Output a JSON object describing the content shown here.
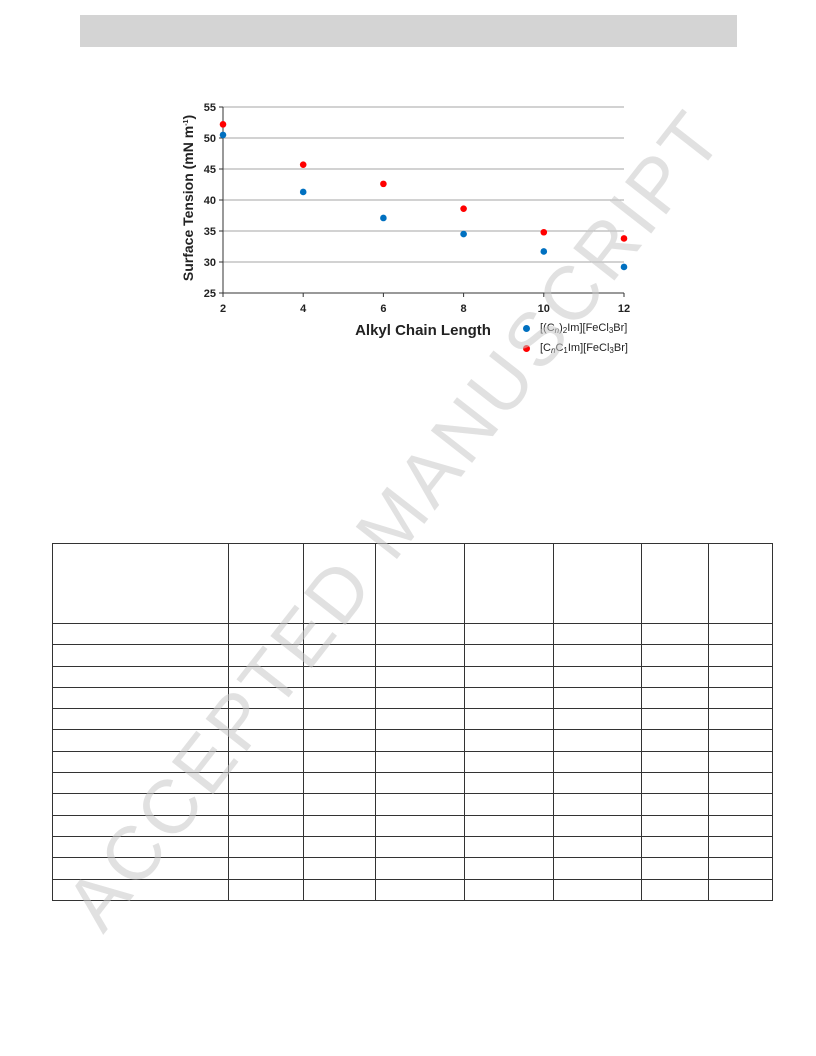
{
  "chart_data": {
    "type": "scatter",
    "title": "",
    "xlabel": "Alkyl Chain Length",
    "ylabel": "Surface Tension (mN m-1)",
    "xlim": [
      2,
      12
    ],
    "ylim": [
      25,
      55
    ],
    "x_ticks": [
      2,
      4,
      6,
      8,
      10,
      12
    ],
    "y_ticks": [
      25,
      30,
      35,
      40,
      45,
      50,
      55
    ],
    "grid": "horizontal",
    "legend_position": "bottom-right",
    "series": [
      {
        "name": "[(Cn)2Im][FeCl3Br]",
        "color": "#0070c0",
        "points": [
          [
            2,
            50.5
          ],
          [
            4,
            41.3
          ],
          [
            6,
            37.1
          ],
          [
            8,
            34.5
          ],
          [
            10,
            31.7
          ],
          [
            12,
            29.2
          ]
        ]
      },
      {
        "name": "[CnC1Im][FeCl3Br]",
        "color": "#ff0000",
        "points": [
          [
            2,
            52.2
          ],
          [
            4,
            45.7
          ],
          [
            6,
            42.6
          ],
          [
            8,
            38.6
          ],
          [
            10,
            34.8
          ],
          [
            12,
            33.8
          ]
        ]
      }
    ]
  },
  "watermark": "ACCEPTED MANUSCRIPT",
  "table": {
    "column_widths": [
      175,
      74,
      71,
      88,
      88,
      87,
      66,
      63
    ],
    "header_height": 79,
    "row_count": 13,
    "row_height": 20.3
  }
}
